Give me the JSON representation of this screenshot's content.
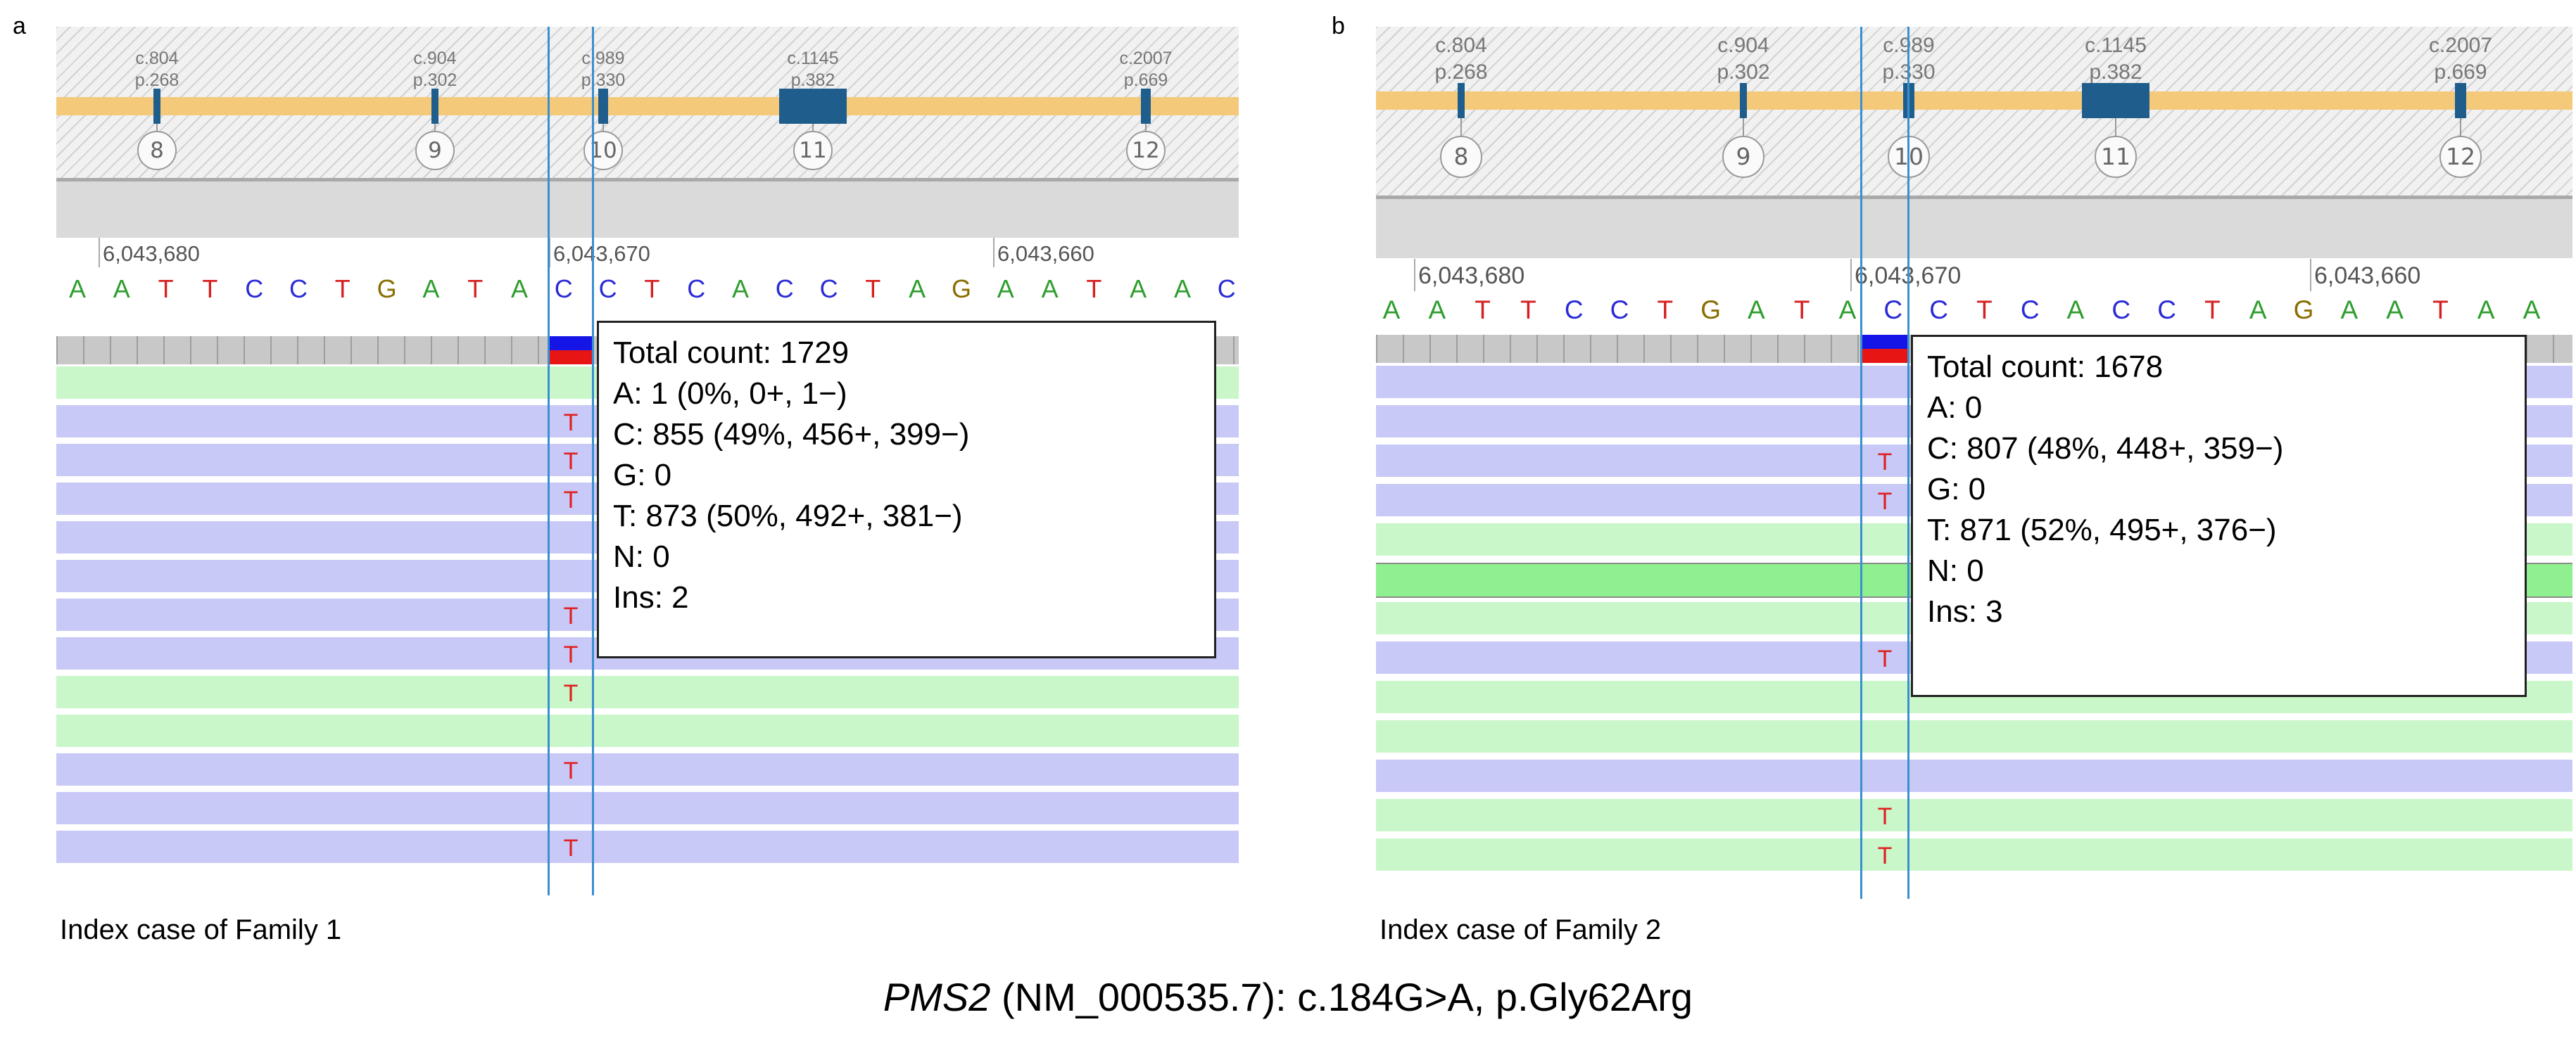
{
  "panels": [
    {
      "letter": "a",
      "caption": "Index case of Family 1",
      "exons": [
        {
          "cdna": "c.804",
          "prot": "p.268",
          "num": "8"
        },
        {
          "cdna": "c.904",
          "prot": "p.302",
          "num": "9"
        },
        {
          "cdna": "c.989",
          "prot": "p.330",
          "num": "10"
        },
        {
          "cdna": "c.1145",
          "prot": "p.382",
          "num": "11"
        },
        {
          "cdna": "c.2007",
          "prot": "p.669",
          "num": "12"
        }
      ],
      "ruler": [
        "6,043,680",
        "6,043,670",
        "6,043,660"
      ],
      "sequence": [
        "A",
        "A",
        "T",
        "T",
        "C",
        "C",
        "T",
        "G",
        "A",
        "T",
        "A",
        "C",
        "C",
        "T",
        "C",
        "A",
        "C",
        "C",
        "T",
        "A",
        "G",
        "A",
        "A",
        "T",
        "A",
        "A",
        "C"
      ],
      "reads": [
        {
          "color": "green",
          "mismatch": ""
        },
        {
          "color": "purple",
          "mismatch": "T"
        },
        {
          "color": "purple",
          "mismatch": "T"
        },
        {
          "color": "purple",
          "mismatch": "T"
        },
        {
          "color": "purple",
          "mismatch": ""
        },
        {
          "color": "purple",
          "mismatch": ""
        },
        {
          "color": "purple",
          "mismatch": "T"
        },
        {
          "color": "purple",
          "mismatch": "T"
        },
        {
          "color": "green",
          "mismatch": "T"
        },
        {
          "color": "green",
          "mismatch": ""
        },
        {
          "color": "purple",
          "mismatch": "T"
        },
        {
          "color": "purple",
          "mismatch": ""
        },
        {
          "color": "purple",
          "mismatch": "T"
        }
      ],
      "popup": [
        "Total count: 1729",
        "A: 1 (0%, 0+, 1−)",
        "C: 855 (49%, 456+, 399−)",
        "G: 0",
        "T: 873 (50%, 492+, 381−)",
        "N: 0",
        "Ins: 2"
      ]
    },
    {
      "letter": "b",
      "caption": "Index case of Family 2",
      "exons": [
        {
          "cdna": "c.804",
          "prot": "p.268",
          "num": "8"
        },
        {
          "cdna": "c.904",
          "prot": "p.302",
          "num": "9"
        },
        {
          "cdna": "c.989",
          "prot": "p.330",
          "num": "10"
        },
        {
          "cdna": "c.1145",
          "prot": "p.382",
          "num": "11"
        },
        {
          "cdna": "c.2007",
          "prot": "p.669",
          "num": "12"
        }
      ],
      "ruler": [
        "6,043,680",
        "6,043,670",
        "6,043,660"
      ],
      "sequence": [
        "A",
        "A",
        "T",
        "T",
        "C",
        "C",
        "T",
        "G",
        "A",
        "T",
        "A",
        "C",
        "C",
        "T",
        "C",
        "A",
        "C",
        "C",
        "T",
        "A",
        "G",
        "A",
        "A",
        "T",
        "A",
        "A"
      ],
      "reads": [
        {
          "color": "purple",
          "mismatch": ""
        },
        {
          "color": "purple",
          "mismatch": ""
        },
        {
          "color": "purple",
          "mismatch": "T"
        },
        {
          "color": "purple",
          "mismatch": "T"
        },
        {
          "color": "green",
          "mismatch": ""
        },
        {
          "color": "bright",
          "mismatch": ""
        },
        {
          "color": "green",
          "mismatch": ""
        },
        {
          "color": "purple",
          "mismatch": "T"
        },
        {
          "color": "green",
          "mismatch": ""
        },
        {
          "color": "green",
          "mismatch": ""
        },
        {
          "color": "purple",
          "mismatch": ""
        },
        {
          "color": "green",
          "mismatch": "T"
        },
        {
          "color": "green",
          "mismatch": "T"
        }
      ],
      "popup": [
        "Total count: 1678",
        "A: 0",
        "C: 807 (48%, 448+, 359−)",
        "G: 0",
        "T: 871 (52%, 495+, 376−)",
        "N: 0",
        "Ins: 3"
      ]
    }
  ],
  "figure_caption": {
    "gene": "PMS2",
    "rest": " (NM_000535.7): c.184G>A, p.Gly62Arg"
  },
  "colors": {
    "base_A": "#2e9e2e",
    "base_C": "#2b2bd6",
    "base_G": "#8a6d00",
    "base_T": "#d62020"
  }
}
